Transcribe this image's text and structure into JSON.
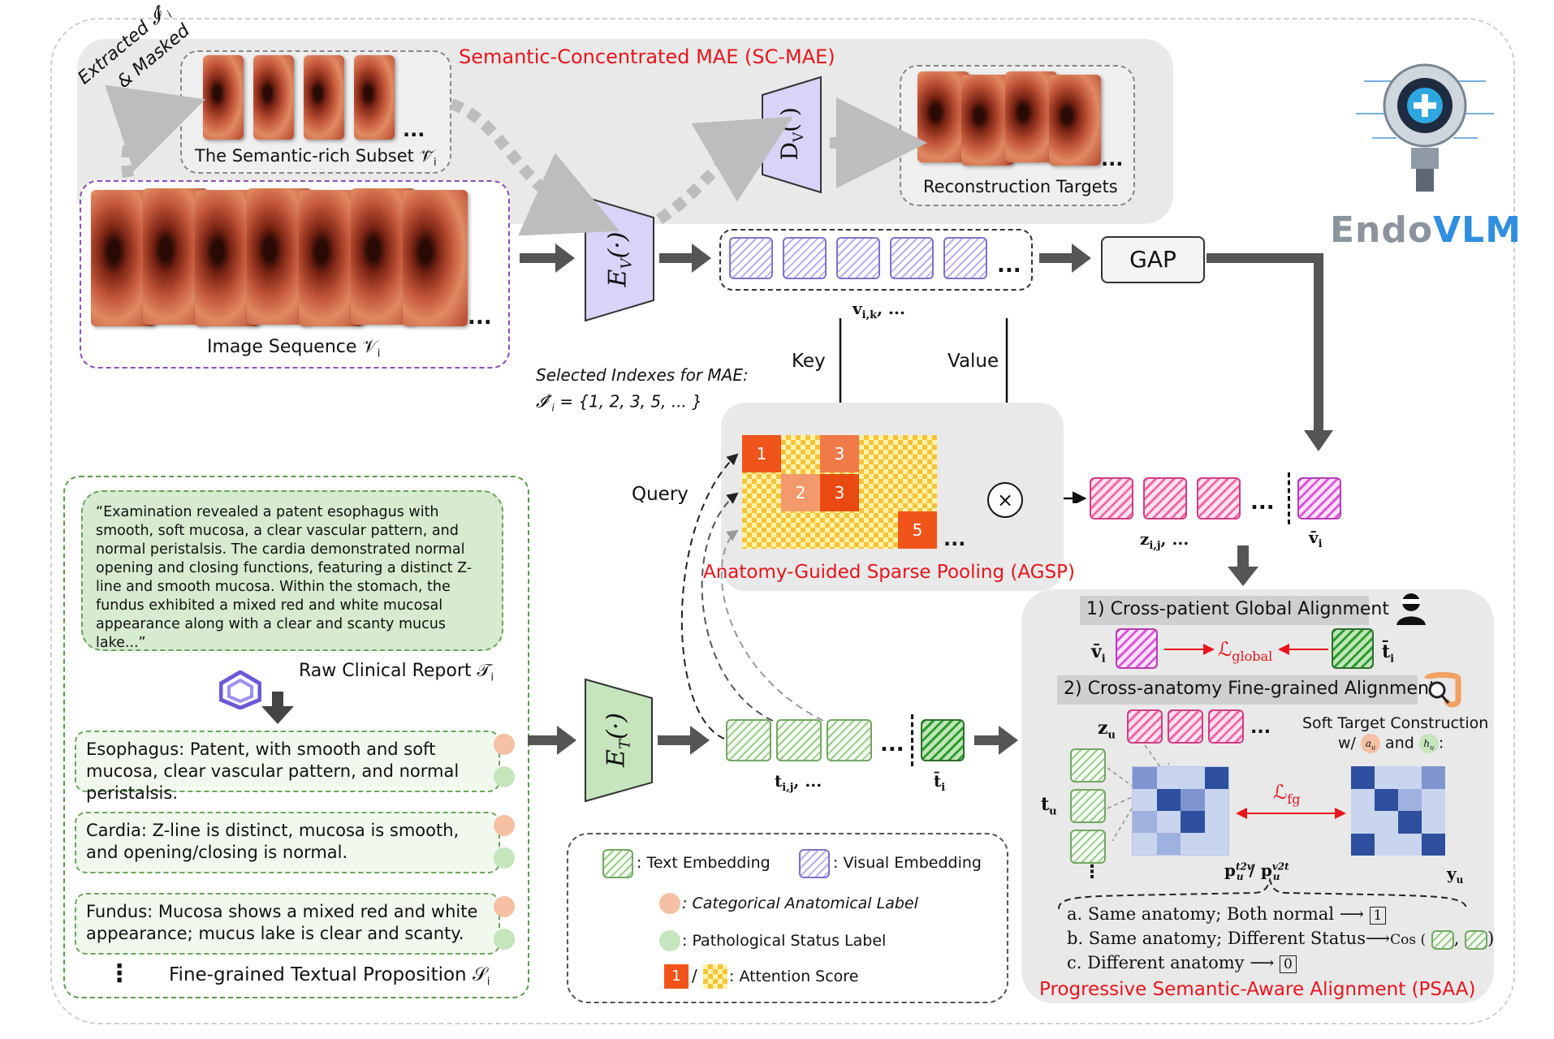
{
  "top": {
    "sc_mae_title": "Semantic-Concentrated MAE (SC-MAE)",
    "extracted_label_line1": "Extracted 𝓘",
    "extracted_sup": "*",
    "extracted_sub": "i",
    "extracted_label_line2": "& Masked",
    "semantic_subset_label": "The Semantic-rich Subset 𝒱̃",
    "semantic_subset_sub": "i",
    "image_sequence_label": "Image Sequence 𝒱",
    "image_sequence_sub": "i",
    "recon_label": "Reconstruction Targets",
    "ellipsis": "...",
    "encoder_v": "E",
    "encoder_v_sub": "V",
    "encoder_arg": "(·)",
    "decoder_v": "D",
    "decoder_v_sub": "V",
    "gap_label": "GAP",
    "vik_label": "v",
    "vik_sub": "i,k",
    "vik_tail": ", ...",
    "key_label": "Key",
    "value_label": "Value",
    "selected_line1": "Selected Indexes for MAE:",
    "selected_line2": "𝓘",
    "selected_sup": "*",
    "selected_sub": "i",
    "selected_set": " = {1, 2, 3, 5, ... }",
    "query_label": "Query",
    "agsp_title": "Anatomy-Guided Sparse Pooling (AGSP)",
    "attn_cells": [
      "1",
      "3",
      "2",
      "3",
      "5"
    ],
    "times_symbol": "×",
    "zij_label": "z",
    "zij_sub": "i,j",
    "zij_tail": ", ...",
    "vbar_label": "v̄",
    "vbar_sub": "i"
  },
  "logo": {
    "text_a": "Endo",
    "text_b": "VLM"
  },
  "report": {
    "quote": "“Examination revealed a patent esophagus with smooth, soft mucosa, a clear vascular pattern, and normal peristalsis. The cardia demonstrated normal opening and closing functions, featuring a distinct Z-line and smooth mucosa. Within the stomach, the fundus exhibited a mixed red and white mucosal appearance along with a clear and scanty mucus lake...”",
    "raw_label": "Raw Clinical Report 𝒯",
    "raw_sub": "i",
    "props": [
      "Esophagus: Patent, with smooth and soft mucosa, clear vascular pattern, and normal peristalsis.",
      "Cardia: Z-line is distinct, mucosa is smooth, and opening/closing is normal.",
      "Fundus: Mucosa shows a mixed red and white appearance; mucus lake is clear and scanty."
    ],
    "vdots": "⋮",
    "fine_label": "Fine-grained Textual Proposition 𝒮",
    "fine_sub": "i"
  },
  "text_branch": {
    "encoder_t": "E",
    "encoder_t_sub": "T",
    "encoder_arg": "(·)",
    "tij_label": "t",
    "tij_sub": "i,j",
    "tij_tail": ", ...",
    "tbar_label": "t̄",
    "tbar_sub": "i",
    "ellipsis": "..."
  },
  "legend": {
    "text_emb": ": Text Embedding",
    "visual_emb": ": Visual Embedding",
    "cat_label": ": Categorical Anatomical Label",
    "path_label": ": Pathological Status Label",
    "attn_num": "1",
    "attn_sep": "/",
    "attn_label": ": Attention Score"
  },
  "psaa": {
    "title": "Progressive Semantic-Aware Alignment (PSAA)",
    "step1": "1) Cross-patient Global Alignment",
    "step2": "2) Cross-anatomy Fine-grained Alignment",
    "vbar": "v̄",
    "vbar_sub": "i",
    "tbar": "t̄",
    "tbar_sub": "i",
    "lglobal": "ℒ",
    "lglobal_sub": "global",
    "zu": "z",
    "zu_sub": "u",
    "tu": "t",
    "tu_sub": "u",
    "soft_target": "Soft Target Construction",
    "w_prefix": "w/",
    "and_word": "and",
    "au": "a",
    "au_sub": "u",
    "hu": "h",
    "hu_sub": "u",
    "colon": ":",
    "lfg": "ℒ",
    "lfg_sub": "fg",
    "pu_label": "p",
    "pu_sup1": "t2v",
    "pu_sep": " / ",
    "pu_sup2": "v2t",
    "pu_sub": "u",
    "yu": "y",
    "yu_sub": "u",
    "rule_a": "a. Same anatomy; Both normal",
    "rule_a_val": "1",
    "rule_b": "b. Same anatomy; Different Status",
    "rule_b_cos": "Cos (",
    "rule_b_close": ")",
    "rule_c": "c. Different anatomy",
    "rule_c_val": "0",
    "arrow": "⟶",
    "ellipsis": "...",
    "vdots": "⋮"
  },
  "colors": {
    "red_title": "#e8141c",
    "attn_orange": "#f0541a",
    "visual_purple": "#b9aef0",
    "text_green": "#9ccc8e",
    "matrix_dark": "#2d4f9e",
    "matrix_light": "#c9d4ef"
  }
}
